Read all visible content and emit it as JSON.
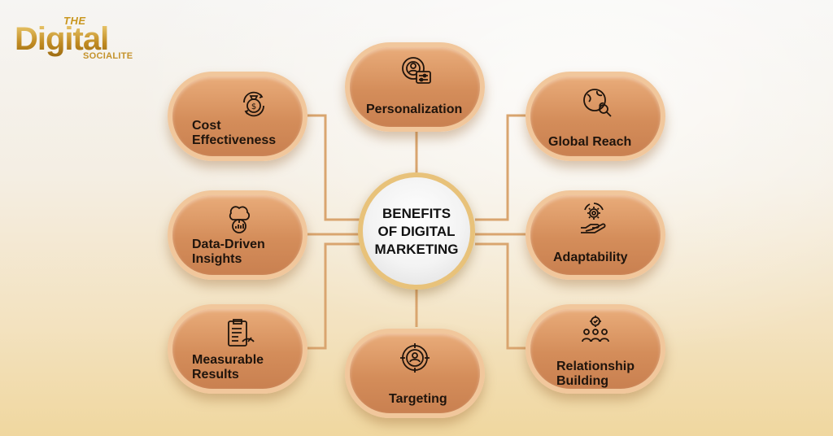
{
  "brand": {
    "top": "THE",
    "main": "Digital",
    "sub": "SOCIALITE"
  },
  "center": {
    "line1": "BENEFITS",
    "line2": "OF DIGITAL",
    "line3": "MARKETING"
  },
  "benefits": [
    {
      "lines": [
        "Cost",
        "Effectiveness"
      ],
      "icon": "money-bag-cycle-icon"
    },
    {
      "lines": [
        "Personalization"
      ],
      "icon": "user-settings-icon"
    },
    {
      "lines": [
        "Global Reach"
      ],
      "icon": "globe-search-icon"
    },
    {
      "lines": [
        "Data-Driven",
        "Insights"
      ],
      "icon": "cloud-chart-icon"
    },
    {
      "lines": [
        "Adaptability"
      ],
      "icon": "gear-hand-icon"
    },
    {
      "lines": [
        "Measurable",
        "Results"
      ],
      "icon": "clipboard-gauge-icon"
    },
    {
      "lines": [
        "Targeting"
      ],
      "icon": "target-user-icon"
    },
    {
      "lines": [
        "Relationship",
        "Building"
      ],
      "icon": "team-gear-icon"
    }
  ],
  "colors": {
    "pill": "#d48d5a",
    "pill_border": "#f1c79c",
    "connector": "#d9a56f",
    "gold": "#c4922a",
    "text": "#1f140c"
  }
}
